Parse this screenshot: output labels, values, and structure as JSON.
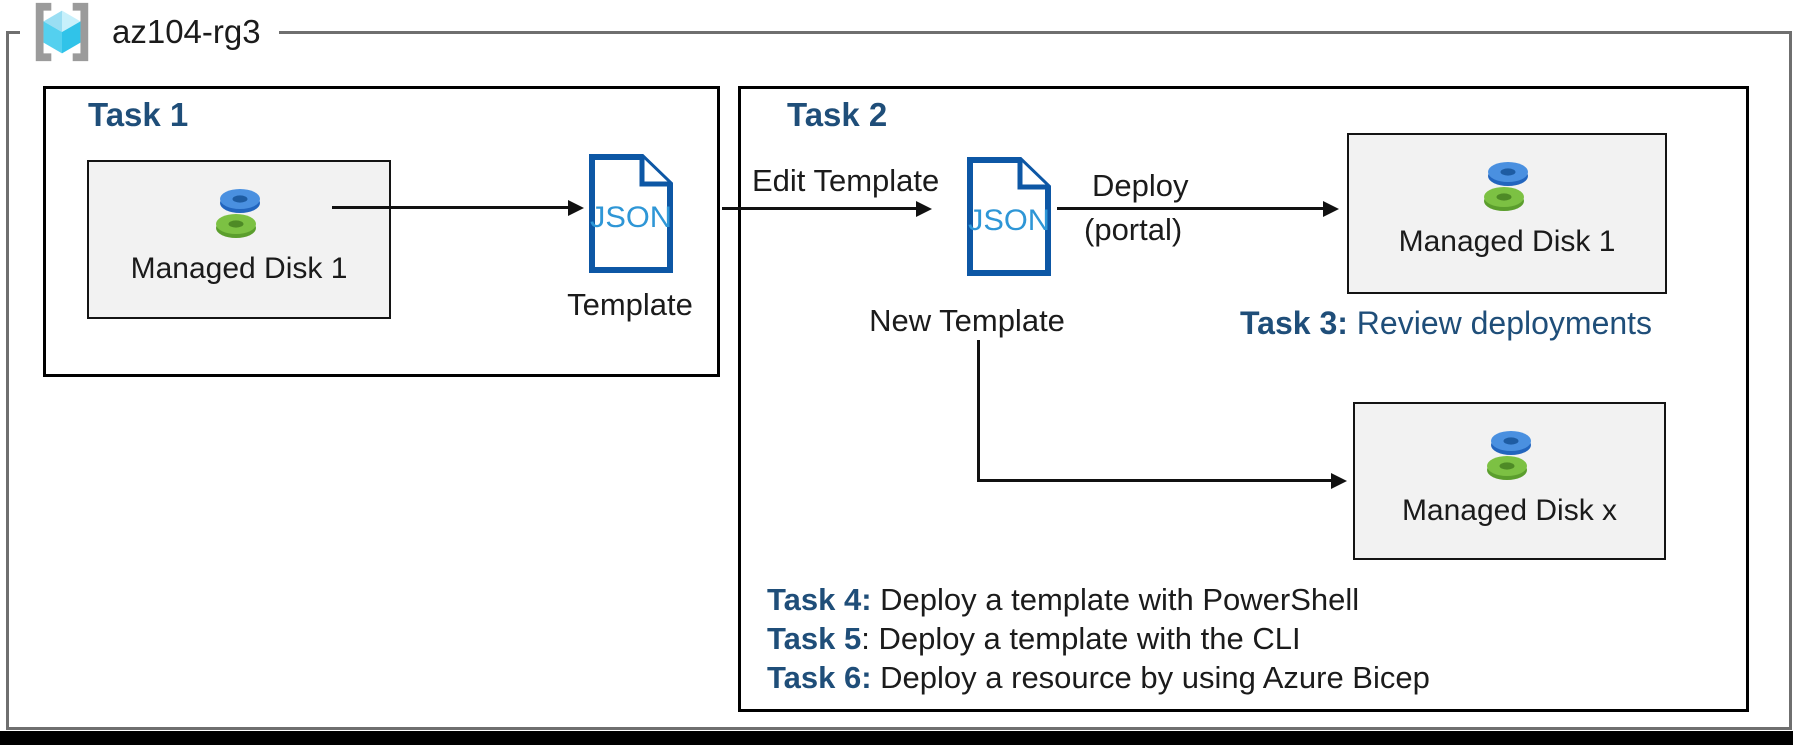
{
  "resource_group": {
    "name": "az104-rg3",
    "icon": "azure-resource-group-icon"
  },
  "task1": {
    "title": "Task 1",
    "disk_box": {
      "label": "Managed Disk 1",
      "icon": "managed-disk-icon"
    },
    "template": {
      "file_type": "JSON",
      "caption": "Template",
      "icon": "json-file-icon"
    }
  },
  "task2": {
    "title": "Task 2",
    "edit_arrow_label": "Edit Template",
    "new_template": {
      "file_type": "JSON",
      "caption": "New Template",
      "icon": "json-file-icon"
    },
    "deploy_arrow_label_line1": "Deploy",
    "deploy_arrow_label_line2": "(portal)",
    "disk_box_top": {
      "label": "Managed Disk 1",
      "icon": "managed-disk-icon"
    },
    "disk_box_bottom": {
      "label": "Managed Disk x",
      "icon": "managed-disk-icon"
    },
    "task3": {
      "prefix": "Task 3:",
      "text": " Review deployments"
    },
    "task_lines": [
      {
        "prefix": "Task 4:",
        "text": " Deploy a template with PowerShell"
      },
      {
        "prefix": "Task 5",
        "text": ": Deploy a template with the CLI"
      },
      {
        "prefix": "Task 6:",
        "text": " Deploy a resource by using Azure Bicep"
      }
    ]
  },
  "colors": {
    "navy": "#1f4e79",
    "json_border": "#0d57a5",
    "json_text": "#2e96d6",
    "disk_blue": "#4a90e0",
    "disk_green": "#7cc143",
    "box_fill": "#f2f2f2",
    "frame_gray": "#6f6f6f"
  }
}
